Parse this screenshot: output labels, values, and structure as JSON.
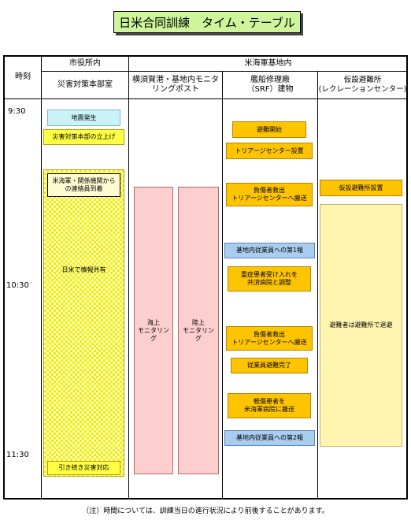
{
  "title": "日米合同訓練　タイム・テーブル",
  "headers": {
    "time_label": "時刻",
    "city_office": "市役所内",
    "disaster_hq": "災害対策本部室",
    "base_inside": "米海軍基地内",
    "monitoring_post": "横須賀港・基地内モニタリングポスト",
    "srf_building": "艦船修理廠\n（SRF）建物",
    "temp_shelter": "仮設避難所\n(レクレーションセンター)"
  },
  "times": [
    "9:30",
    "10:30",
    "11:30"
  ],
  "disaster_hq_events": {
    "earthquake": "地震発生",
    "hq_setup": "災害対策本部の立上げ",
    "liaison_arrival": "米海軍・関係機関からの連絡員到着",
    "info_sharing": "日米で情報共有",
    "continue_response": "引き続き災害対応"
  },
  "monitoring_events": {
    "sea": "海上\nモニタリング",
    "land": "陸上\nモニタリング"
  },
  "srf_events": {
    "evac_start": "避難開始",
    "triage_setup": "トリアージセンター設置",
    "rescue_1": "負傷者救出\nトリアージセンターへ搬送",
    "report_1": "基地内従業員への第1報",
    "severe_coord": "重症患者受け入れを\n共済病院と調整",
    "rescue_2": "負傷者救出\nトリアージセンターへ搬送",
    "evac_complete": "従業員避難完了",
    "light_transfer": "軽傷患者を\n米海軍病院に搬送",
    "report_2": "基地内従業員への第2報"
  },
  "shelter_events": {
    "setup": "仮設避難所設置",
    "evacuees_leave": "避難者は避難所で退避"
  },
  "footnote": "（注）時間については、訓練当日の進行状況により前後することがあります。",
  "colors": {
    "title_bg": "#cdf59a",
    "orange": "#ffc400",
    "yellow": "#ffff44",
    "cyan": "#c9f3f7",
    "blue": "#a9cdef",
    "pink": "#fdcece"
  }
}
